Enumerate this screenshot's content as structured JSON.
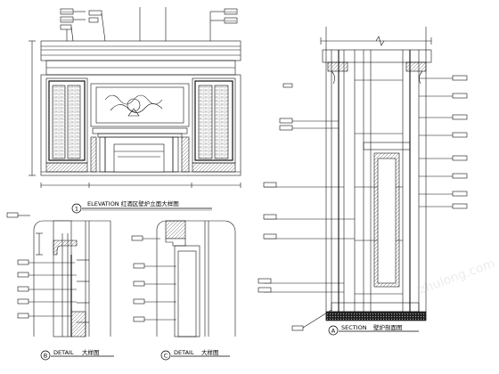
{
  "drawing": {
    "elevation": {
      "number": "1",
      "title": "ELEVATION  红酒区壁炉立面大样图"
    },
    "detail_b": {
      "letter": "B",
      "label": "DETAIL",
      "title": "大样图"
    },
    "detail_c": {
      "letter": "C",
      "label": "DETAIL",
      "title": "大样图"
    },
    "section_a": {
      "letter": "A",
      "label": "SECTION",
      "title": "壁炉剖面图"
    },
    "watermark": "zhulong.com"
  }
}
